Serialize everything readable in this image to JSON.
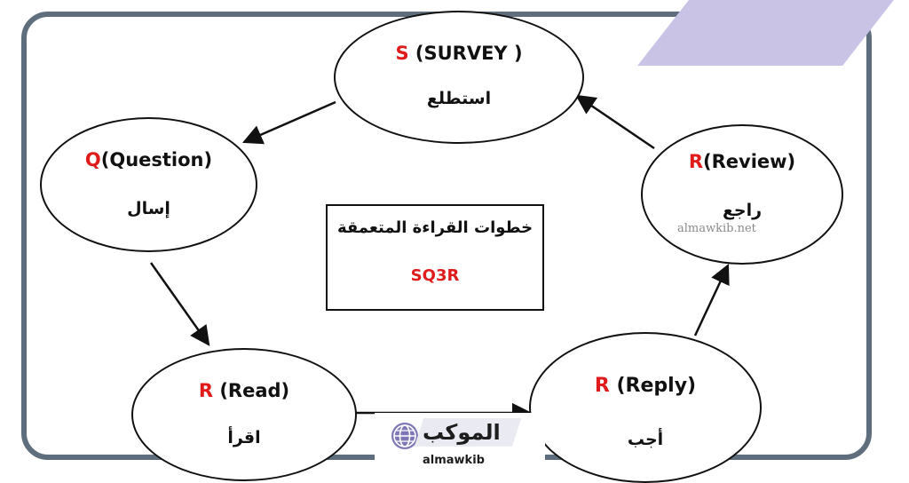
{
  "diagram": {
    "center": {
      "title": "خطوات القراءة المتعمقة",
      "acronym": "SQ3R"
    },
    "nodes": {
      "survey": {
        "letter": "S",
        "rest": " (SURVEY )",
        "arabic": "استطلع"
      },
      "question": {
        "letter": "Q",
        "rest": "(Question)",
        "arabic": "إسال"
      },
      "read": {
        "letter": "R",
        "rest": " (Read)",
        "arabic": "اقرأ"
      },
      "reply": {
        "letter": "R",
        "rest": " (Reply)",
        "arabic": "أجب"
      },
      "review": {
        "letter": "R",
        "rest": "(Review)",
        "arabic": "راجع"
      }
    },
    "flow": [
      "survey",
      "question",
      "read",
      "reply",
      "review",
      "survey"
    ]
  },
  "watermark": "almawkib.net",
  "logo": {
    "name": "الموكب",
    "subtitle": "almawkib"
  },
  "colors": {
    "frame": "#5e6e7c",
    "accent_red": "#e01b1b",
    "stripe": "#c9c4e6"
  },
  "icons": {
    "logo": "globe-icon"
  }
}
